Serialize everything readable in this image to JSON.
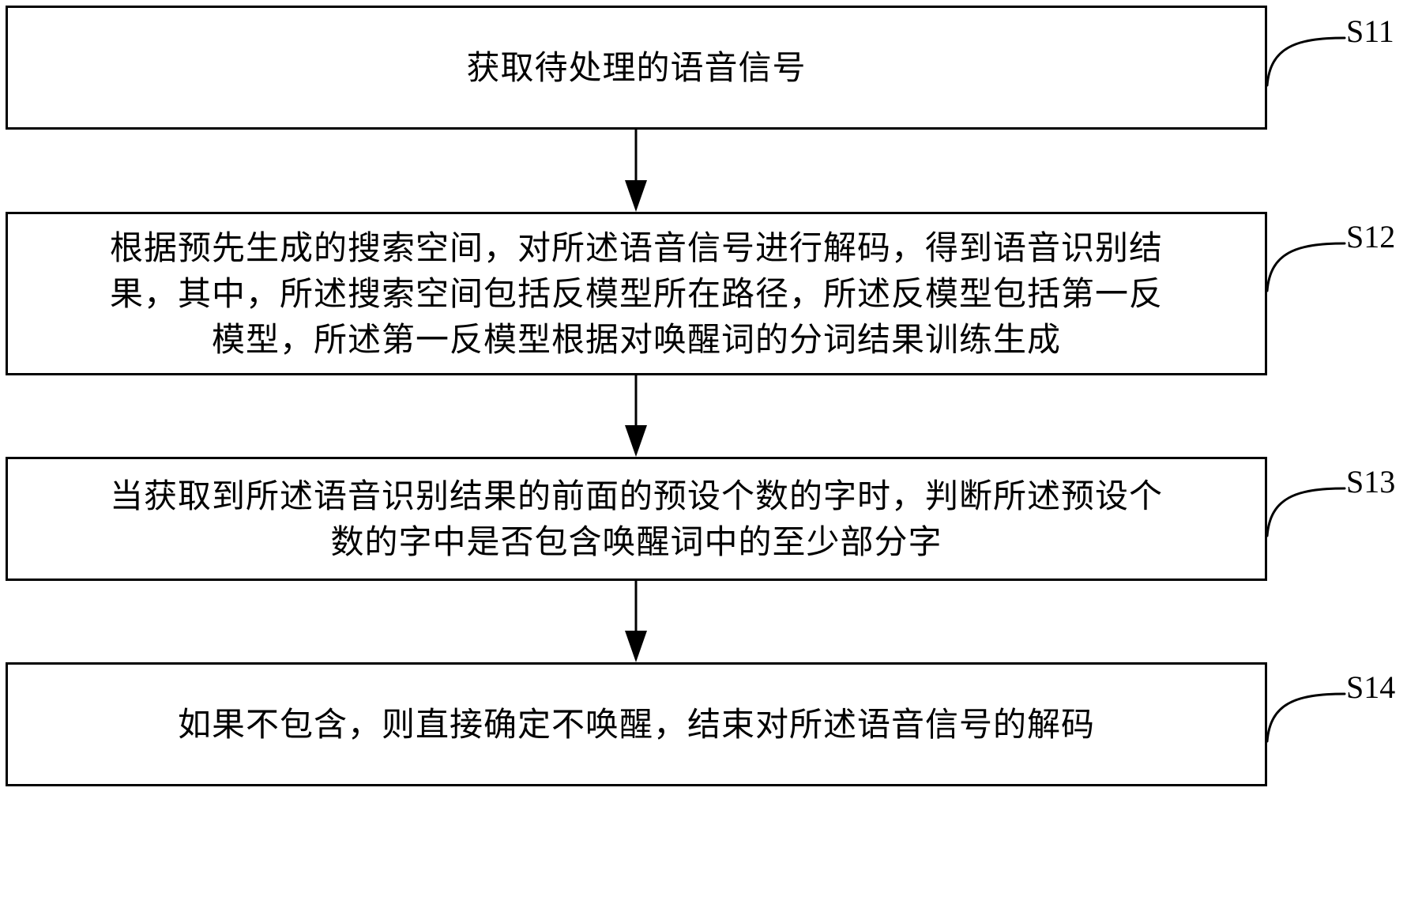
{
  "steps": [
    {
      "id": "S11",
      "label": "S11",
      "lines": [
        "获取待处理的语音信号"
      ]
    },
    {
      "id": "S12",
      "label": "S12",
      "lines": [
        "根据预先生成的搜索空间，对所述语音信号进行解码，得到语音识别结",
        "果，其中，所述搜索空间包括反模型所在路径，所述反模型包括第一反",
        "模型，所述第一反模型根据对唤醒词的分词结果训练生成"
      ]
    },
    {
      "id": "S13",
      "label": "S13",
      "lines": [
        "当获取到所述语音识别结果的前面的预设个数的字时，判断所述预设个",
        "数的字中是否包含唤醒词中的至少部分字"
      ]
    },
    {
      "id": "S14",
      "label": "S14",
      "lines": [
        "如果不包含，则直接确定不唤醒，结束对所述语音信号的解码"
      ]
    }
  ]
}
